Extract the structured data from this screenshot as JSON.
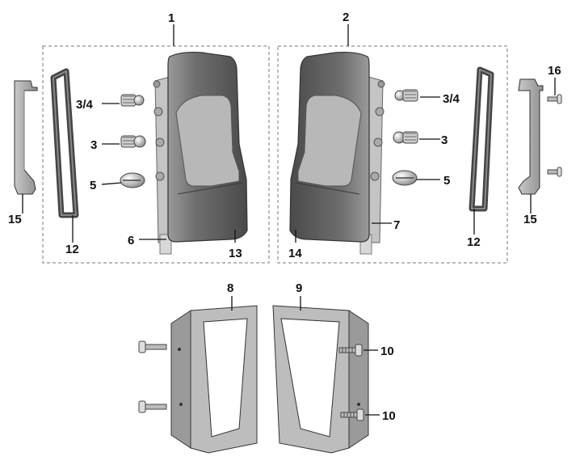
{
  "diagram": {
    "callouts": {
      "c1": "1",
      "c2": "2",
      "c3_left": "3",
      "c3_right": "3",
      "c34_left": "3/4",
      "c34_right": "3/4",
      "c5_left": "5",
      "c5_right": "5",
      "c6": "6",
      "c7": "7",
      "c8": "8",
      "c9": "9",
      "c10_top": "10",
      "c10_bottom": "10",
      "c12_left": "12",
      "c12_right": "12",
      "c13": "13",
      "c14": "14",
      "c15_left": "15",
      "c15_right": "15",
      "c16": "16"
    }
  }
}
